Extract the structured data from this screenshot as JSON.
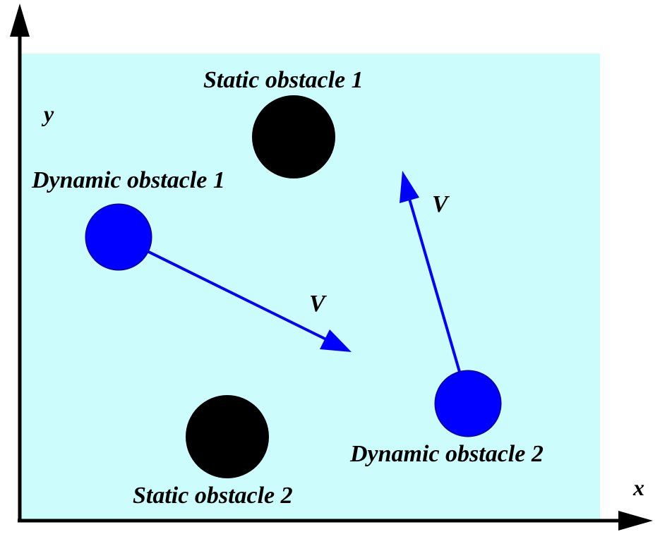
{
  "axes": {
    "x_label": "x",
    "y_label": "y"
  },
  "obstacles": {
    "static_1": {
      "label": "Static obstacle 1"
    },
    "static_2": {
      "label": "Static obstacle 2"
    },
    "dynamic_1": {
      "label": "Dynamic obstacle 1",
      "velocity_label": "V"
    },
    "dynamic_2": {
      "label": "Dynamic obstacle 2",
      "velocity_label": "V"
    }
  },
  "colors": {
    "workspace_fill": "#ccfcfc",
    "static_obstacle": "#000000",
    "dynamic_obstacle": "#0000ff",
    "velocity_arrow": "#0000ff",
    "axis": "#000000"
  }
}
